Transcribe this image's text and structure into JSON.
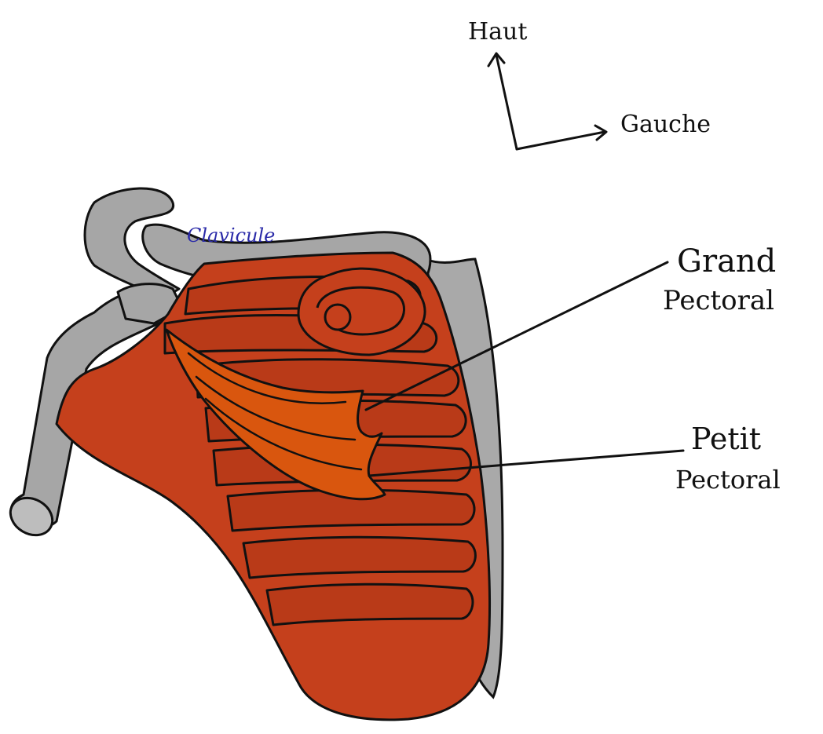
{
  "orientation": {
    "up_label": "Haut",
    "left_label": "Gauche"
  },
  "labels": {
    "clavicle": "Clavicule",
    "grand_pectoral_line1": "Grand",
    "grand_pectoral_line2": "Pectoral",
    "petit_pectoral_line1": "Petit",
    "petit_pectoral_line2": "Pectoral"
  },
  "colors": {
    "bone": "#a6a6a6",
    "bone_light": "#bdbdbd",
    "muscle_major": "#c5401c",
    "muscle_minor": "#d9560e",
    "outline": "#111111",
    "clavicle_label": "#2a2aa8",
    "shadow": "#8c8c8c"
  }
}
